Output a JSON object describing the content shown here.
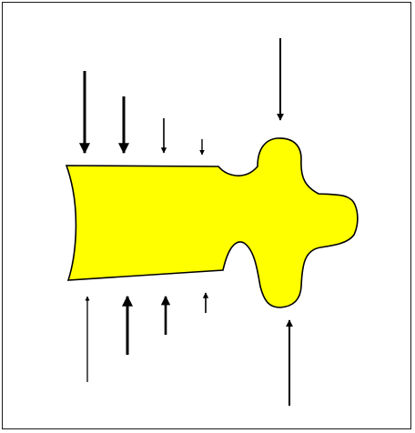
{
  "diagram": {
    "colors": {
      "shape_fill": "#ffff00",
      "shape_outline": "#000000",
      "arrow": "#000000",
      "frame_border": "#1a1a1a",
      "background": "#ffffff"
    },
    "arrow_groups": {
      "top_left": {
        "direction": "down",
        "count": 4,
        "relative_strength": [
          "strong",
          "strong",
          "medium",
          "weak"
        ]
      },
      "bottom_left": {
        "direction": "up",
        "count": 4,
        "relative_strength": [
          "strong",
          "strong",
          "medium",
          "weak"
        ]
      },
      "top_right": {
        "direction": "down",
        "count": 1
      },
      "bottom_right": {
        "direction": "up",
        "count": 1
      }
    }
  }
}
